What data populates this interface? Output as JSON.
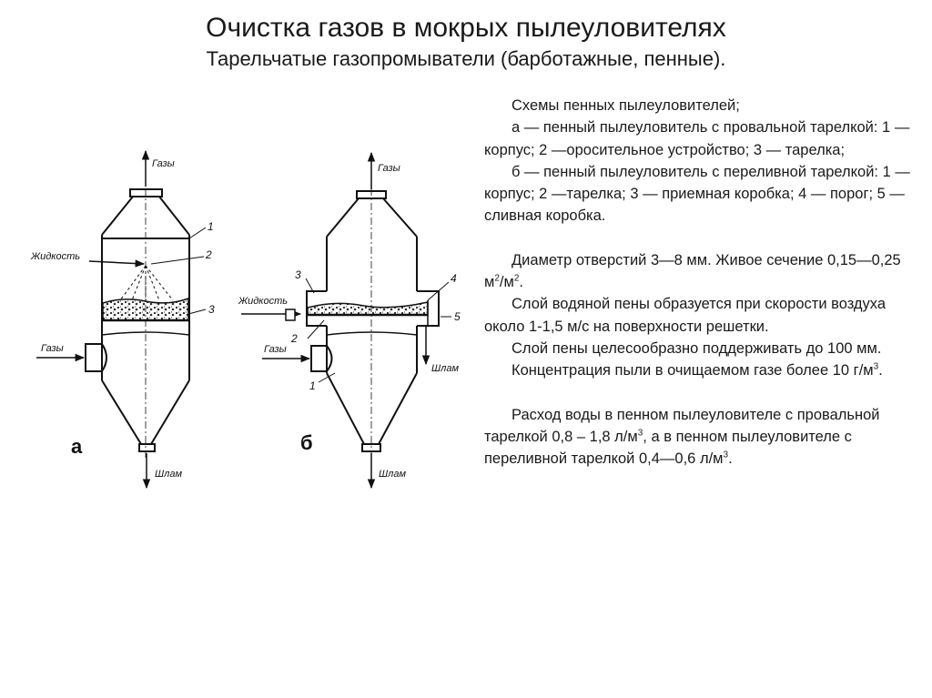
{
  "title": "Очистка газов в мокрых пылеуловителях",
  "subtitle": "Тарельчатые газопромыватели (барботажные, пенные).",
  "diagram": {
    "a": {
      "label": "а",
      "gas_out": "Газы",
      "liquid": "Жидкость",
      "gas_in": "Газы",
      "sludge": "Шлам",
      "n1": "1",
      "n2": "2",
      "n3": "3"
    },
    "b": {
      "label": "б",
      "gas_out": "Газы",
      "liquid": "Жидкость",
      "gas_in": "Газы",
      "sludge_side": "Шлам",
      "sludge": "Шлам",
      "n1": "1",
      "n2": "2",
      "n3": "3",
      "n4": "4",
      "n5": "5"
    }
  },
  "text": {
    "p1": "Схемы пенных пылеуловителей;",
    "p2": "а — пенный пылеуловитель с провальной тарелкой: 1 — корпус; 2 —оросительное устройство; 3 — тарелка;",
    "p3": "б — пенный пылеуловитель с переливной тарелкой: 1 — корпус; 2 —тарелка; 3 — приемная коробка; 4 — порог; 5 — сливная коробка.",
    "p4_a": "Диаметр отверстий 3—8 мм. Живое сечение 0,15—0,25 м",
    "p4_sup1": "2",
    "p4_b": "/м",
    "p4_sup2": "2",
    "p4_c": ".",
    "p5": "Слой водяной пены образуется при скорости воздуха около 1-1,5 м/с на поверхности решетки.",
    "p6": "Слой пены целесообразно поддерживать до 100 мм.",
    "p7_a": "Концентрация пыли в очищаемом газе более 10 г/м",
    "p7_sup": "3",
    "p7_b": ".",
    "p8_a": "Расход воды в пенном пылеуловителе с провальной тарелкой 0,8 – 1,8 л/м",
    "p8_sup1": "3",
    "p8_b": ", а в пенном пылеуловителе с переливной тарелкой 0,4—0,6 л/м",
    "p8_sup2": "3",
    "p8_c": "."
  }
}
